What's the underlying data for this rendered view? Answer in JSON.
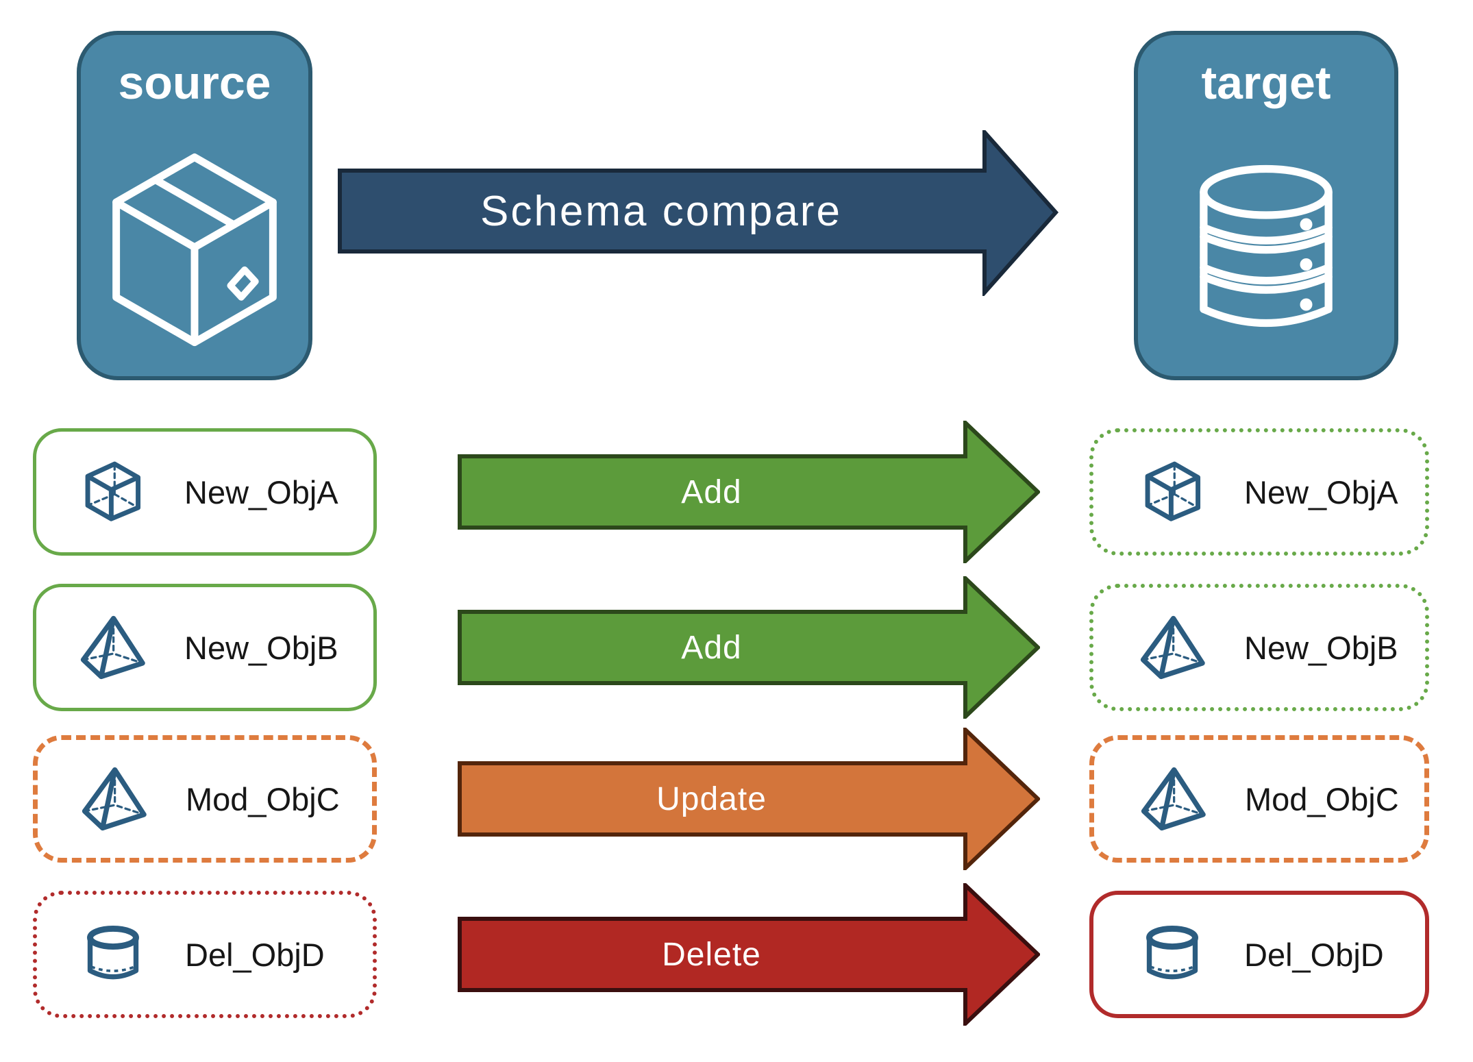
{
  "diagram_title": "Schema compare",
  "nodes": {
    "source": {
      "label": "source",
      "icon": "package-icon",
      "fill": "#4A87A6",
      "border": "#2C5A70"
    },
    "target": {
      "label": "target",
      "icon": "database-icon",
      "fill": "#4A87A6",
      "border": "#2C5A70"
    }
  },
  "compare_arrow": {
    "label": "Schema compare",
    "fill": "#2E4E6E"
  },
  "rows": [
    {
      "object": "New_ObjA",
      "action": "Add",
      "icon": "cube-icon",
      "status_color": "#68A949",
      "source_border_style": "solid",
      "target_border_style": "dotted",
      "arrow_fill": "#5C9B3B"
    },
    {
      "object": "New_ObjB",
      "action": "Add",
      "icon": "pyramid-icon",
      "status_color": "#68A949",
      "source_border_style": "solid",
      "target_border_style": "dotted",
      "arrow_fill": "#5C9B3B"
    },
    {
      "object": "Mod_ObjC",
      "action": "Update",
      "icon": "pyramid-icon",
      "status_color": "#DE7B3E",
      "source_border_style": "dashed",
      "target_border_style": "dashed",
      "arrow_fill": "#D3753B"
    },
    {
      "object": "Del_ObjD",
      "action": "Delete",
      "icon": "cylinder-icon",
      "status_color": "#B12B2B",
      "source_border_style": "dotted",
      "target_border_style": "solid",
      "arrow_fill": "#B12823"
    }
  ],
  "palette": {
    "node_fill": "#4A87A6",
    "node_border": "#2C5A70",
    "icon_blue": "#2B5C80",
    "compare_fill": "#2E4E6E",
    "compare_border": "#19293A",
    "add_fill": "#5C9B3B",
    "add_border": "#2C481B",
    "update_fill": "#D3753B",
    "update_border": "#53250B",
    "delete_fill": "#B12823",
    "delete_border": "#3A0F0F",
    "green": "#68A949",
    "orange": "#DE7B3E",
    "red": "#B12B2B",
    "label_text": "#161616",
    "arrow_text": "#FFFFFF"
  }
}
